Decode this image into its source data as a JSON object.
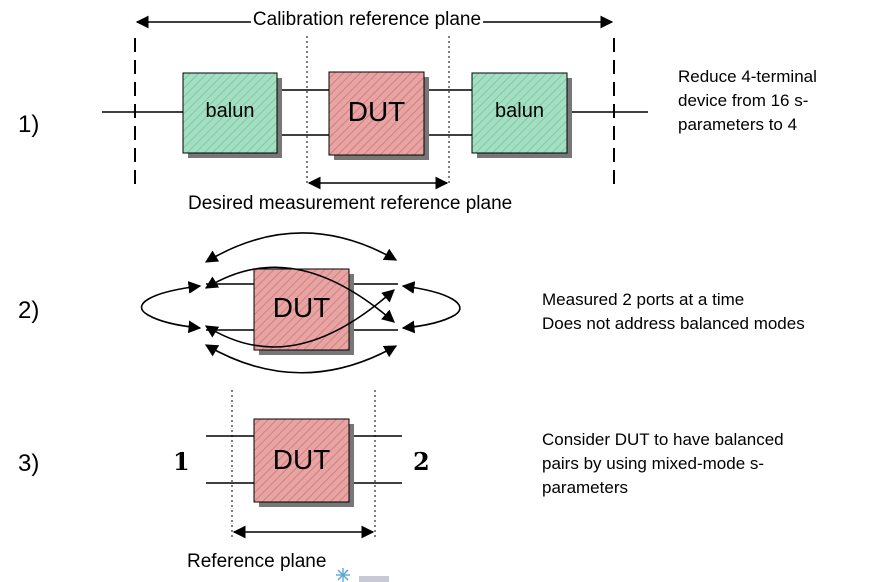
{
  "diagram": {
    "section1": {
      "step": "1)",
      "top_label": "Calibration reference plane",
      "bottom_label": "Desired measurement reference plane",
      "box_left": "balun",
      "box_center": "DUT",
      "box_right": "balun",
      "note": [
        "Reduce 4-terminal",
        "device from 16 s-",
        "parameters to 4"
      ]
    },
    "section2": {
      "step": "2)",
      "box": "DUT",
      "note": [
        "Measured 2 ports at a time",
        "Does not address balanced modes"
      ]
    },
    "section3": {
      "step": "3)",
      "port_left": "1",
      "port_right": "2",
      "box": "DUT",
      "bottom_label": "Reference plane",
      "note": [
        "Consider DUT to have balanced",
        "pairs by using mixed-mode s-",
        "parameters"
      ]
    }
  },
  "colors": {
    "balun_fill": "#9fdcc0",
    "dut_fill": "#e59a9a",
    "shadow": "#777777"
  }
}
